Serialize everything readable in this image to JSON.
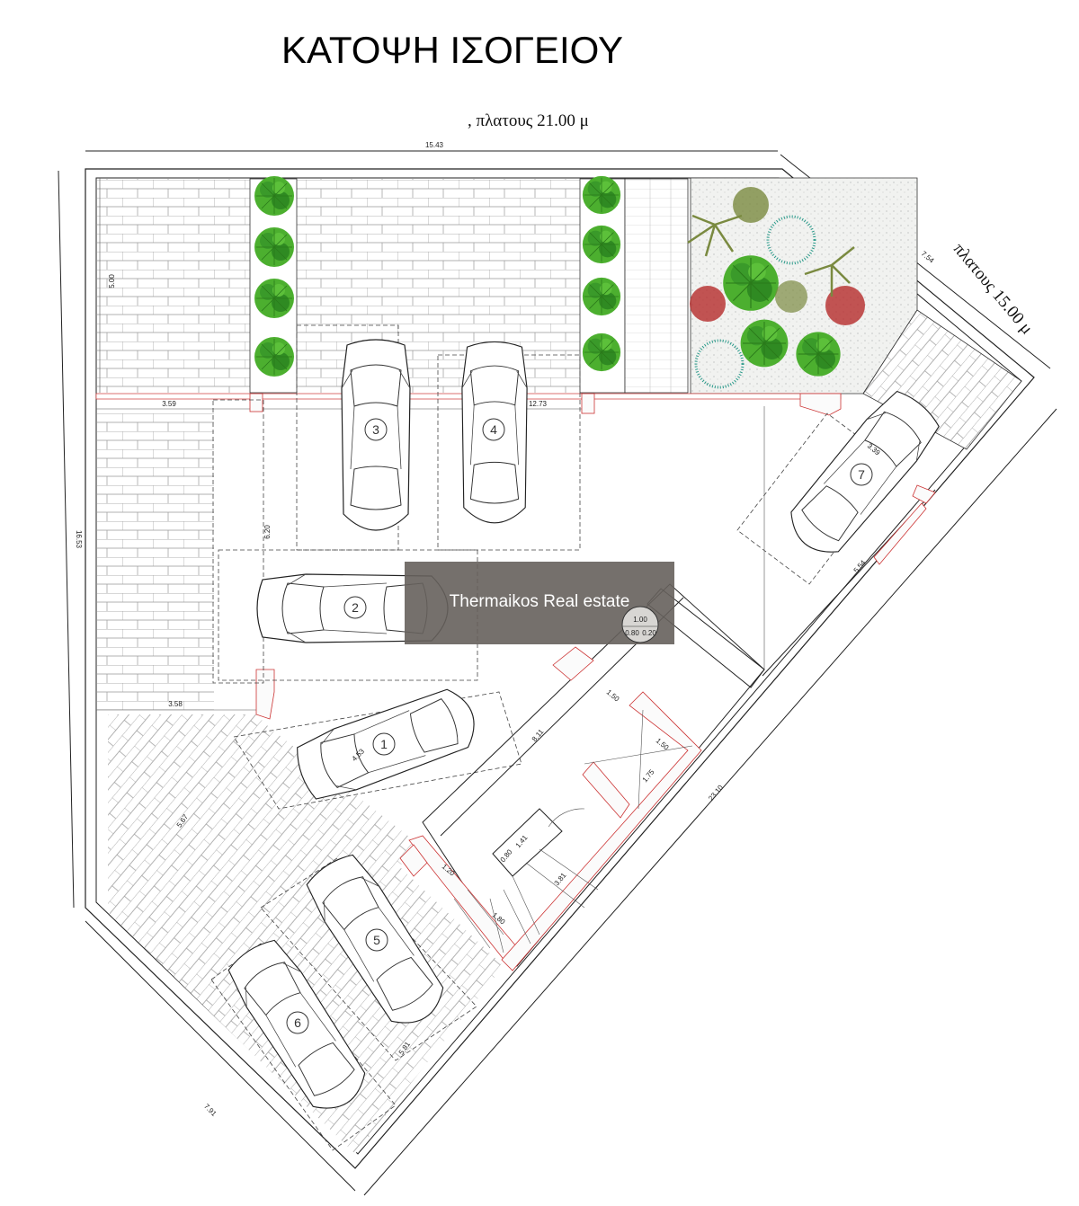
{
  "title": "ΚΑΤΟΨΗ ΙΣΟΓΕΙΟΥ",
  "street_top": ", πλατους 21.00 μ",
  "street_right": "πλατους 15.00 μ",
  "watermark": "Thermaikos Real estate",
  "parking_spots": [
    "1",
    "2",
    "3",
    "4",
    "5",
    "6",
    "7"
  ],
  "dimensions": {
    "top_width": "15.43",
    "top_depth": "5.00",
    "left_offset": "3.59",
    "front_line": "12.73",
    "left_height": "16.53",
    "spot2_depth": "6.20",
    "left_offset_lower": "3.58",
    "spot1_len": "4.53",
    "lower_diag": "5.67",
    "right_corner": "7.54",
    "spot7_width": "3.39",
    "spot7_len": "5.54",
    "core_len": "8.11",
    "core_w1": "1.50",
    "core_w2": "1.50",
    "core_h": "1.75",
    "right_diag": "23.10",
    "stair_a": "1.41",
    "stair_b": "0.80",
    "stair_c": "1.20",
    "stair_d": "3.81",
    "stair_e": "1.80",
    "spot5_len": "5.81",
    "bottom_diag": "7.91",
    "lift_a": "1.00",
    "lift_b": "0.80",
    "lift_c": "0.20"
  },
  "colors": {
    "tree": "#3a9a2a",
    "palm": "#7a8a40",
    "flower": "#b52a2a",
    "teal": "#2a9a8a",
    "watermark": "#66615c",
    "wall": "#cc3333"
  }
}
